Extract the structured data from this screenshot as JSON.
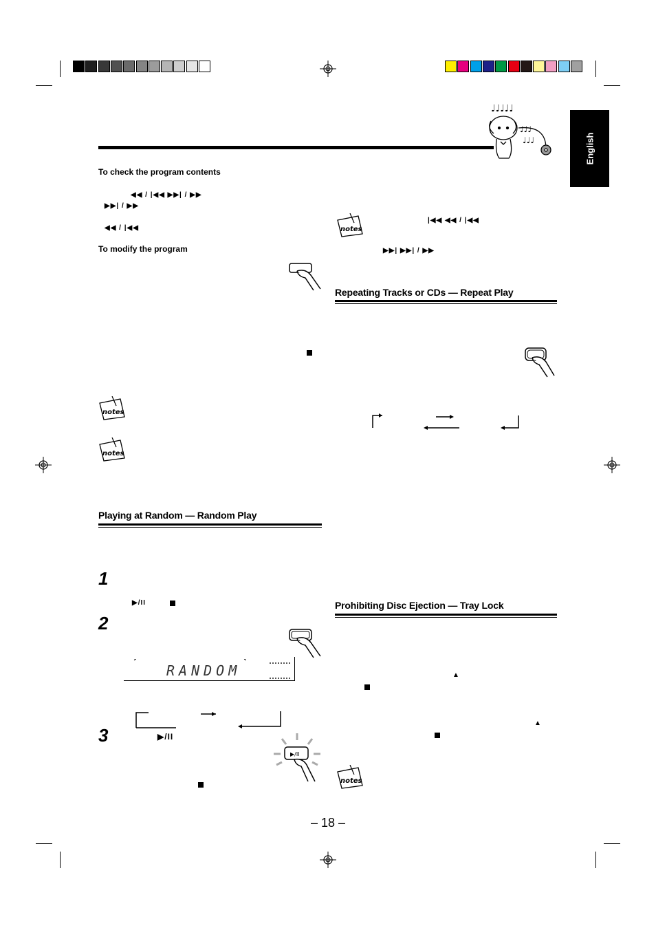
{
  "side_tab": {
    "label": "English"
  },
  "page_number": "– 18 –",
  "left": {
    "check_heading": "To check the program contents",
    "check_sym1": "◀◀ / |◀◀   ▶▶| / ▶▶",
    "check_sym2": "▶▶| / ▶▶",
    "check_sym3": "◀◀ / |◀◀",
    "modify_heading": "To modify the program",
    "random_heading": "Playing at Random — Random Play",
    "step1": "1",
    "step1_sym": "▶/II",
    "step2": "2",
    "display_text": "RANDOM",
    "step3": "3",
    "step3_sym": "▶/II",
    "button_label": "▶/II"
  },
  "right": {
    "notes_sym1": "|◀◀   ◀◀ / |◀◀",
    "notes_sym2": "▶▶|   ▶▶| / ▶▶",
    "repeat_heading": "Repeating Tracks or CDs — Repeat Play",
    "tray_heading": "Prohibiting Disc Ejection — Tray Lock",
    "eject_sym": "▲"
  },
  "colors": {
    "gray_bar": [
      "#000000",
      "#1f1f1f",
      "#383838",
      "#505050",
      "#6a6a6a",
      "#848484",
      "#9c9c9c",
      "#b5b5b5",
      "#cecece",
      "#e6e6e6",
      "#ffffff"
    ],
    "color_bar": [
      "#ffef00",
      "#e6007e",
      "#00a0e9",
      "#1d2088",
      "#009944",
      "#e60012",
      "#231815",
      "#fff799",
      "#f19ec2",
      "#7ecef4",
      "#a0a0a0"
    ]
  }
}
